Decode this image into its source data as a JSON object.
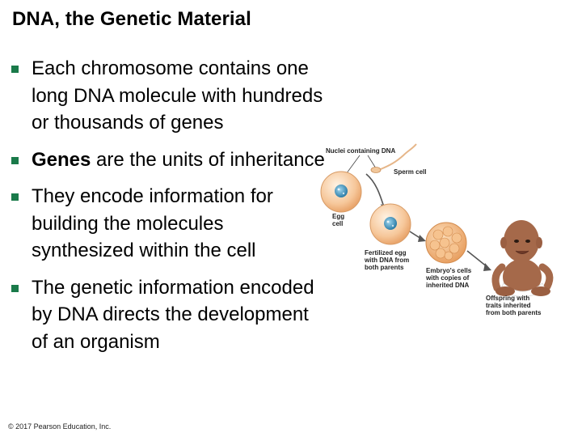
{
  "slide": {
    "title": "DNA, the Genetic Material",
    "copyright": "© 2017 Pearson Education, Inc."
  },
  "bullets": [
    {
      "text": "Each chromosome contains one long DNA molecule with hundreds or thousands of genes"
    },
    {
      "bold": "Genes",
      "text": " are the units of inheritance"
    },
    {
      "text": "They encode information for building the molecules synthesized within the cell"
    },
    {
      "text": "The genetic information encoded by DNA directs the development of an organism"
    }
  ],
  "figure": {
    "labels": {
      "nuclei": "Nuclei containing DNA",
      "sperm": "Sperm cell",
      "egg_1": "Egg",
      "egg_2": "cell",
      "fert_1": "Fertilized egg",
      "fert_2": "with DNA from",
      "fert_3": "both parents",
      "embryo_1": "Embryo's cells",
      "embryo_2": "with copies of",
      "embryo_3": "inherited DNA",
      "offspring_1": "Offspring with",
      "offspring_2": "traits inherited",
      "offspring_3": "from both parents"
    },
    "colors": {
      "egg": "#f6c79a",
      "nucleus": "#3a8fb7",
      "embryo": "#f2b37a",
      "baby_skin": "#a5694a"
    }
  }
}
